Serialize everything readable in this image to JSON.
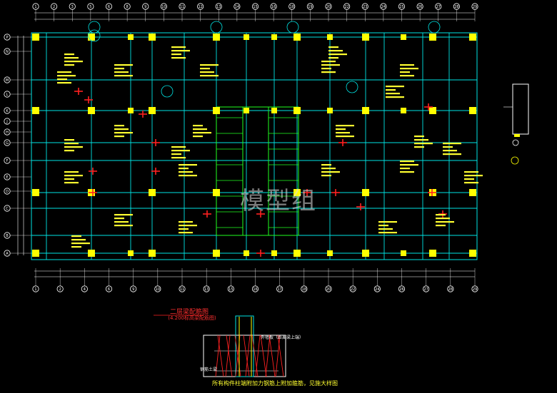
{
  "drawing": {
    "watermark": "模型组",
    "plan_title": "二层梁配筋图",
    "plan_subtitle": "(4.200标高梁配筋图)",
    "detail_note": "所有构件柱端附加力钢筋上附加箍筋，见施大样图",
    "detail_label_a": "外墙板（距离梁上端）",
    "detail_label_b": "钢筋土梁"
  },
  "grid_axes": {
    "top": [
      "1",
      "2",
      "3",
      "5",
      "6",
      "8",
      "9",
      "10",
      "11",
      "12",
      "13",
      "14",
      "15",
      "16",
      "18",
      "19",
      "20",
      "22",
      "23",
      "24",
      "25",
      "26",
      "27",
      "28",
      "29"
    ],
    "bottom": [
      "1",
      "2",
      "4",
      "6",
      "9",
      "10",
      "11",
      "13",
      "15",
      "16",
      "17",
      "18",
      "20",
      "22",
      "24",
      "26",
      "27",
      "28",
      "29"
    ],
    "left": [
      "P",
      "N",
      "M",
      "L",
      "K",
      "J",
      "H",
      "G",
      "F",
      "E",
      "D",
      "C",
      "B",
      "A"
    ]
  },
  "colors": {
    "background": "#000000",
    "beam": "#00e5e5",
    "column": "#ffff00",
    "annotation": "#ffff30",
    "rebar": "#ff2020",
    "stair": "#20ff20",
    "dimension": "#ffffff"
  }
}
